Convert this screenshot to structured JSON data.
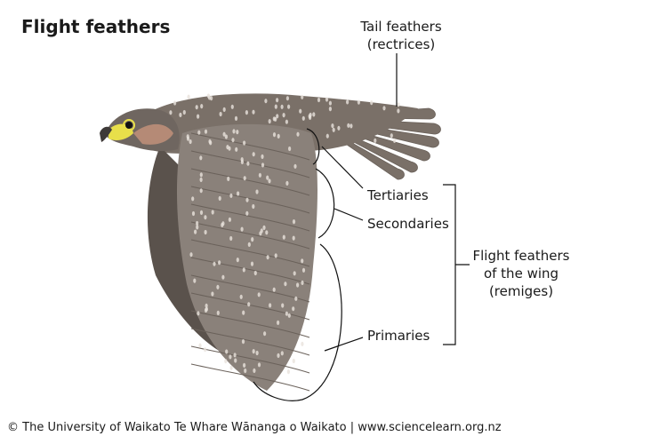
{
  "title": "Flight feathers",
  "labels": {
    "tail_line1": "Tail feathers",
    "tail_line2": "(rectrices)",
    "tertiaries": "Tertiaries",
    "secondaries": "Secondaries",
    "primaries": "Primaries",
    "remiges_line1": "Flight feathers",
    "remiges_line2": "of the wing",
    "remiges_line3": "(remiges)"
  },
  "credit": "© The University of Waikato Te Whare Wānanga o Waikato | www.sciencelearn.org.nz",
  "colors": {
    "plumage": "#7a7068",
    "underwing": "#5a524c",
    "wing_feather": "#8a817a",
    "spots": "#e8e2dc",
    "beak": "#3e3a38",
    "cere": "#e8df4a",
    "face_patch": "#b58a76",
    "line": "#111111"
  }
}
